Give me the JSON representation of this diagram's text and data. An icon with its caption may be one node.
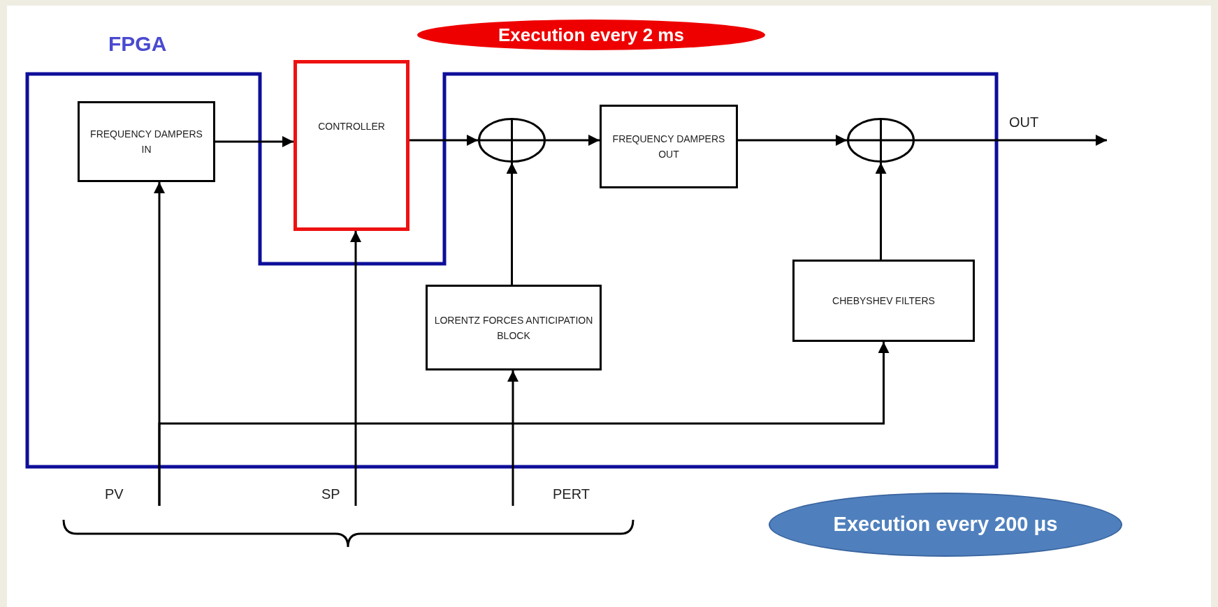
{
  "diagram": {
    "nodes": [
      {
        "text": [
          "FPGA"
        ]
      },
      {
        "text": [
          "Execution every 2 ms"
        ]
      },
      {
        "text": [
          "FREQUENCY DAMPERS IN"
        ],
        "in": 0
      },
      {
        "text": [
          "CONTROLLER"
        ]
      },
      {
        "text": [],
        "shape": "circle",
        "in": 0
      },
      {
        "text": [
          "FREQUENCY DAMPERS OUT"
        ],
        "in": 0
      },
      {
        "text": [],
        "shape": "circle",
        "in": 0
      },
      {
        "text": [
          "LORENTZ FORCES ANTICIPATION BLOCK"
        ],
        "in": 0
      },
      {
        "text": [
          "CHEBYSHEV FILTERS"
        ],
        "in": 0
      },
      {
        "text": [
          "PV"
        ]
      },
      {
        "text": [
          "SP"
        ]
      },
      {
        "text": [
          "PERT"
        ]
      },
      {
        "text": [
          "Execution every 200 μs"
        ]
      }
    ],
    "edges": [
      {
        "from": 2,
        "to": 3,
        "arrow": "to"
      },
      {
        "from": 3,
        "to": 4,
        "arrow": "to"
      },
      {
        "from": 4,
        "to": 5,
        "arrow": "to"
      },
      {
        "from": 5,
        "to": 6,
        "arrow": "to"
      },
      {
        "from": 7,
        "to": 4,
        "arrow": "to"
      },
      {
        "from": 8,
        "to": 6,
        "arrow": "to"
      },
      {
        "from": 6,
        "to": null,
        "arrow": "to",
        "label": "OUT"
      },
      {
        "from": 9,
        "to": 2,
        "arrow": "to"
      },
      {
        "from": 9,
        "to": 8,
        "arrow": "to"
      },
      {
        "from": 10,
        "to": 3,
        "arrow": "to"
      },
      {
        "from": 11,
        "to": 7,
        "arrow": "to"
      }
    ]
  }
}
